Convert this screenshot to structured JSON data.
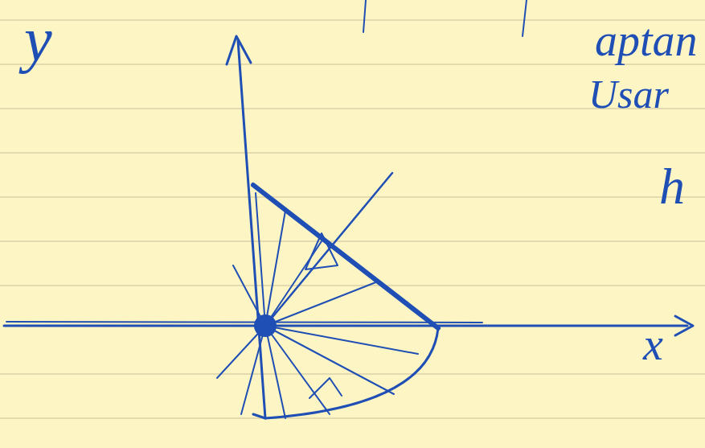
{
  "diagram": {
    "labels": [
      "y",
      "aptan",
      "Usar",
      "h",
      "x"
    ]
  }
}
